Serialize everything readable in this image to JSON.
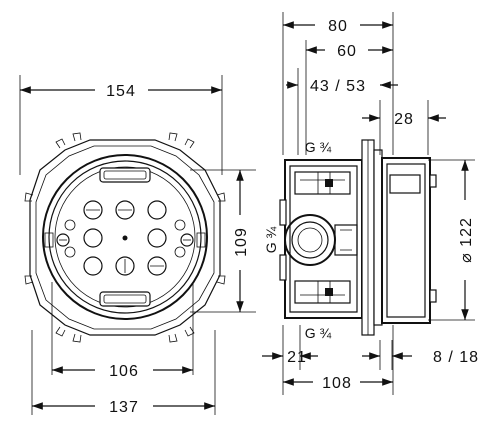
{
  "front_view": {
    "dimensions": {
      "overall_width": "154",
      "height": "109",
      "inner_width": "106",
      "base_width": "137"
    }
  },
  "side_view": {
    "dimensions": {
      "total_depth": "80",
      "depth_60": "60",
      "depth_range": "43 / 53",
      "depth_28": "28",
      "diameter": "⌀ 122",
      "offset_21": "21",
      "total_108": "108",
      "range_8_18": "8 / 18"
    },
    "threads": {
      "top": "G ¾",
      "side": "G ¾",
      "bottom": "G ¾"
    }
  },
  "colors": {
    "line": "#111111",
    "background": "#ffffff"
  }
}
